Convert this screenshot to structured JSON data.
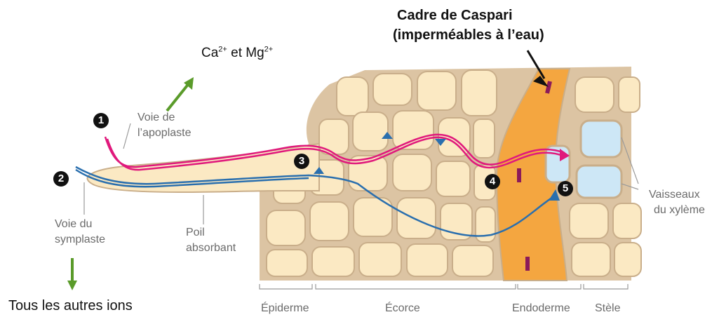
{
  "title": {
    "line1": "Cadre de Caspari",
    "line2": "(imperméables à l’eau)"
  },
  "ions_top": {
    "ca": "Ca",
    "ca_charge": "2+",
    "et": " et Mg",
    "mg_charge": "2+"
  },
  "ions_bottom": "Tous les autres ions",
  "paths": {
    "apoplast_line1": "Voie de",
    "apoplast_line2": "l’apoplaste",
    "symplast_line1": "Voie du",
    "symplast_line2": "symplaste"
  },
  "hair": {
    "line1": "Poil",
    "line2": "absorbant"
  },
  "vessels": {
    "line1": "Vaisseaux",
    "line2": "du xylème"
  },
  "steps": [
    "1",
    "2",
    "3",
    "4",
    "5"
  ],
  "zones": [
    "Épiderme",
    "Écorce",
    "Endoderme",
    "Stèle"
  ],
  "colors": {
    "apoplast": "#e0197c",
    "symplast": "#2a6fae",
    "arrow_green": "#5a9b2a",
    "cell_fill": "#fbe9c3",
    "cell_wall": "#dcc4a3",
    "endoderm": "#f4a640",
    "casparian_band": "#8b1a5a",
    "xylem": "#cde7f6"
  }
}
